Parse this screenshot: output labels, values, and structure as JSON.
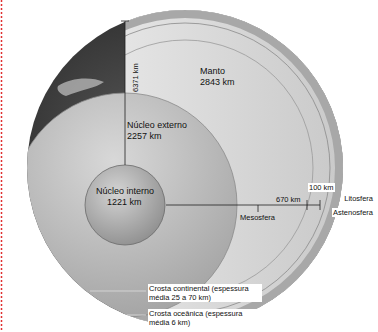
{
  "diagram": {
    "nodes": [
      {
        "text": [
          "Manto",
          "2843 km"
        ]
      },
      {
        "text": [
          "Núcleo externo",
          "2257 km"
        ],
        "in": 0
      },
      {
        "text": [
          "Núcleo interno",
          "1221 km"
        ],
        "in": 1
      }
    ],
    "labels": [
      "6371 km",
      "670 km",
      "100 km",
      "Mesosfera",
      "Litosfera",
      "Astenosfera",
      "Crosta continental (espessura média 25 a 70 km)",
      "Crosta oceânica (espessura média 6 km)"
    ]
  }
}
